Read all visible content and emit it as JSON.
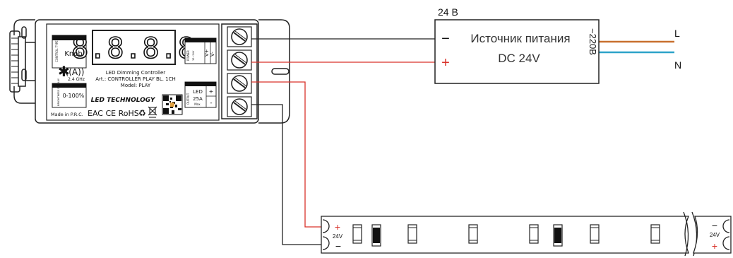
{
  "controller": {
    "control_type_label": "CONTROL TYPE",
    "control_type_value": "Knob",
    "display_digits": "8.8.8.8",
    "wireless": "2.4 GHz",
    "brightness_label": "BRIGHTNESS DISPLAY",
    "brightness_value": "0-100%",
    "description_line1": "LED Dimming Controller",
    "description_line2": "Art.: CONTROLLER PLAY BL. 1CH",
    "description_line3": "Model: PLAY",
    "brand": "LED TECHNOLOGY",
    "made_in": "Made in P.R.C.",
    "marks": "EAC CE RoHS",
    "power_label": "POWER",
    "power_voltage": "12~24V",
    "power_plus": "V+",
    "power_minus": "V-",
    "output_label": "OUTPUT",
    "output_led": "LED",
    "output_current": "25A",
    "output_max": "Max.",
    "output_plus": "+",
    "output_minus": "-"
  },
  "psu": {
    "voltage_label": "24 В",
    "minus": "−",
    "plus": "+",
    "title": "Источник питания",
    "subtitle": "DC 24V",
    "input": "~220В",
    "line_l": "L",
    "line_n": "N"
  },
  "strip": {
    "left_plus": "+",
    "left_voltage": "24V",
    "left_minus": "−",
    "right_minus": "−",
    "right_voltage": "24V",
    "right_plus": "+"
  },
  "colors": {
    "negative_wire": "#222222",
    "positive_wire": "#d9332b",
    "line_l": "#c8702f",
    "line_n": "#2ea3c9"
  }
}
